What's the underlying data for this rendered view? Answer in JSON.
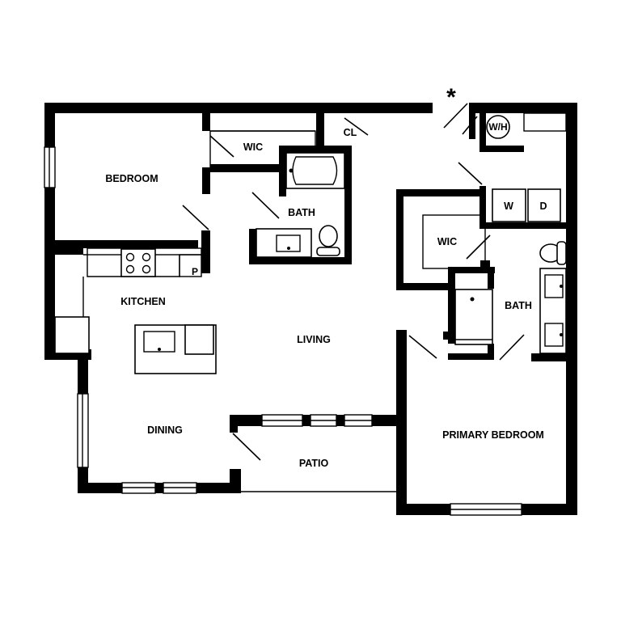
{
  "rooms": {
    "bedroom": "BEDROOM",
    "wic_1": "WIC",
    "closet": "CL",
    "bath_1": "BATH",
    "kitchen": "KITCHEN",
    "pantry": "P",
    "living": "LIVING",
    "dining": "DINING",
    "patio": "PATIO",
    "wic_2": "WIC",
    "bath_2": "BATH",
    "primary_bedroom": "PRIMARY BEDROOM"
  },
  "appliances": {
    "water_heater": "W/H",
    "washer": "W",
    "dryer": "D"
  },
  "marker": "*"
}
